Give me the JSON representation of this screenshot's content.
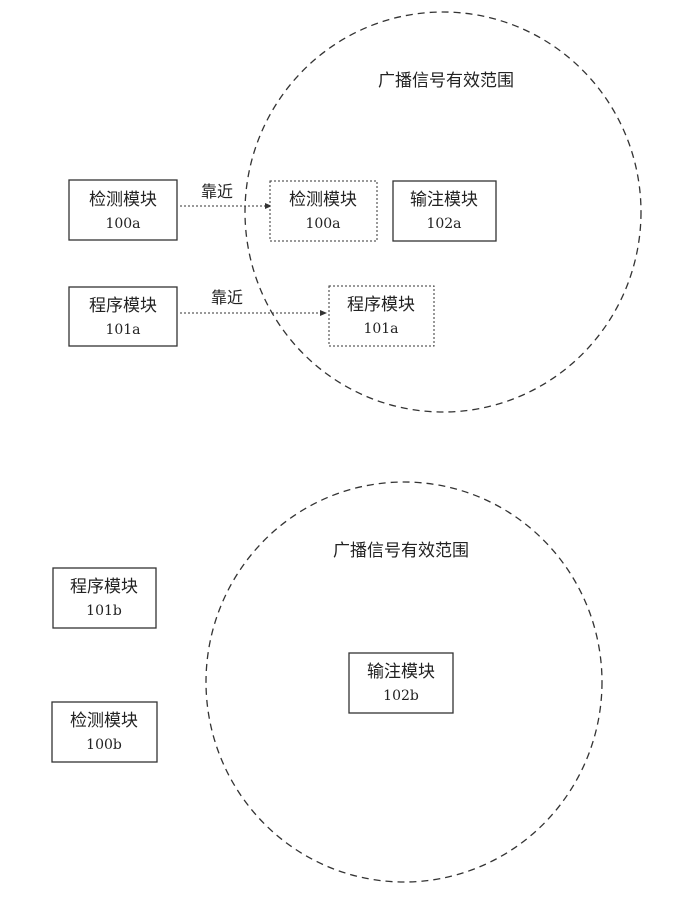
{
  "figure_a": {
    "range_label": "广播信号有效范围",
    "arrow1_label": "靠近",
    "arrow2_label": "靠近",
    "detect_outside": {
      "name": "检测模块",
      "code": "100a"
    },
    "detect_inside": {
      "name": "检测模块",
      "code": "100a"
    },
    "inject": {
      "name": "输注模块",
      "code": "102a"
    },
    "program_outside": {
      "name": "程序模块",
      "code": "101a"
    },
    "program_inside": {
      "name": "程序模块",
      "code": "101a"
    }
  },
  "figure_b": {
    "range_label": "广播信号有效范围",
    "program": {
      "name": "程序模块",
      "code": "101b"
    },
    "detect": {
      "name": "检测模块",
      "code": "100b"
    },
    "inject": {
      "name": "输注模块",
      "code": "102b"
    }
  }
}
